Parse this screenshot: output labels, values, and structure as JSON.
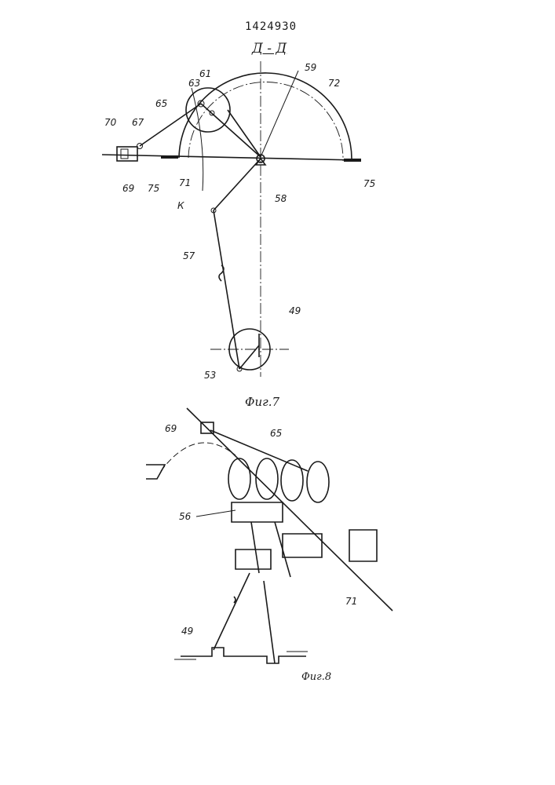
{
  "header": {
    "patent_number": "1424930",
    "section": "Д - Д"
  },
  "figure7": {
    "caption": "Фиг.7",
    "labels": {
      "l70": "70",
      "l67": "67",
      "l69": "69",
      "l65": "65",
      "l63": "63",
      "l61": "61",
      "l59": "59",
      "l72": "72",
      "l75a": "75",
      "l75b": "75",
      "l71": "71",
      "lK": "К",
      "l58": "58",
      "l57": "57",
      "l49": "49",
      "l53": "53"
    }
  },
  "figure8": {
    "caption": "Фиг.8",
    "labels": {
      "l69": "69",
      "l65": "65",
      "l56": "56",
      "l71": "71",
      "l49": "49"
    }
  }
}
